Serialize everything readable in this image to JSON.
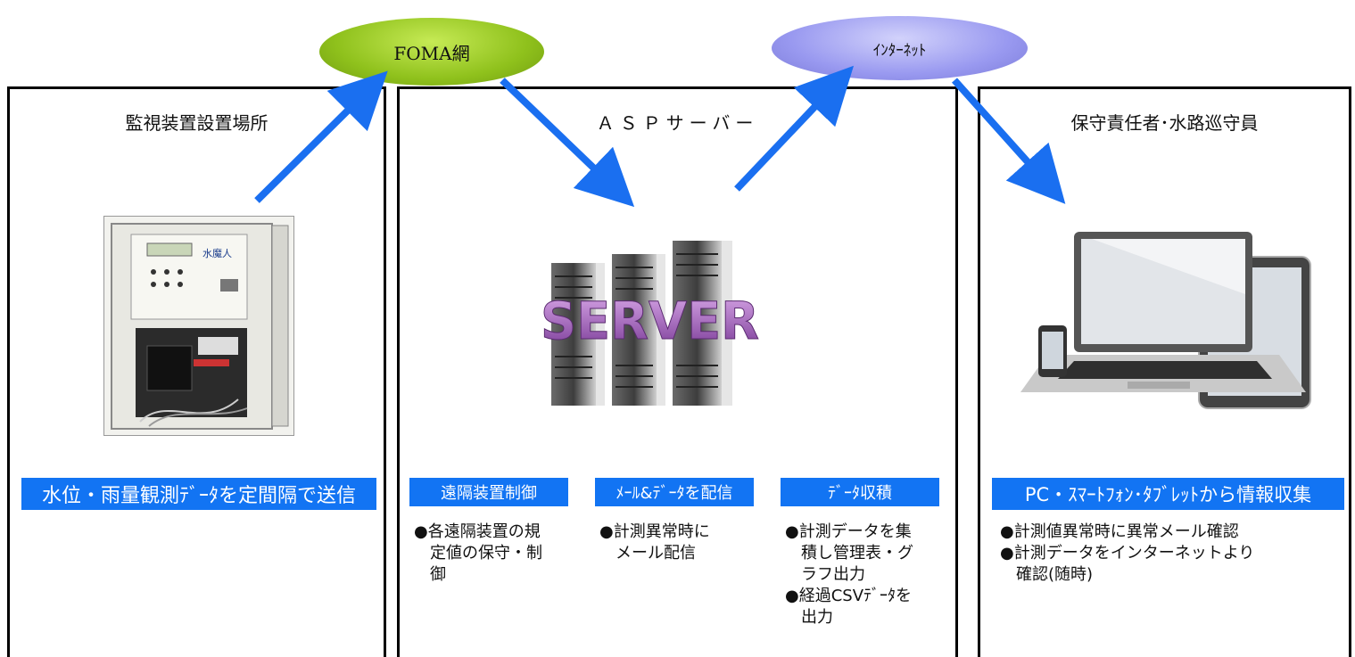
{
  "network": {
    "foma": "FOMA網",
    "internet": "ｲﾝﾀｰﾈｯﾄ"
  },
  "panels": {
    "site": {
      "title": "監視装置設置場所",
      "bar": "水位・雨量観測ﾃﾞｰﾀを定間隔で送信"
    },
    "server": {
      "title": "ＡＳＰサーバー",
      "image_text": "SERVER",
      "columns": [
        {
          "header": "遠隔装置制御",
          "lines": [
            "●各遠隔装置の規",
            "　定値の保守・制",
            "　御"
          ]
        },
        {
          "header": "ﾒｰﾙ&ﾃﾞｰﾀを配信",
          "lines": [
            "●計測異常時に",
            "　メール配信"
          ]
        },
        {
          "header": "ﾃﾞｰﾀ収積",
          "lines": [
            "●計測データを集",
            "　積し管理表・グ",
            "　ラフ出力",
            "●経過CSVﾃﾞｰﾀを",
            "　出力"
          ]
        }
      ]
    },
    "staff": {
      "title": "保守責任者･水路巡守員",
      "bar": "PC・ｽﾏｰﾄﾌｫﾝ･ﾀﾌﾞﾚｯﾄから情報収集",
      "lines": [
        "●計測値異常時に異常メール確認",
        "●計測データをインターネットより",
        "　確認(随時)"
      ]
    }
  },
  "colors": {
    "arrow": "#1a6ff0",
    "bar": "#1274f3",
    "foma_ellipse": "#8fc11c",
    "internet_ellipse": "#9999f0"
  }
}
